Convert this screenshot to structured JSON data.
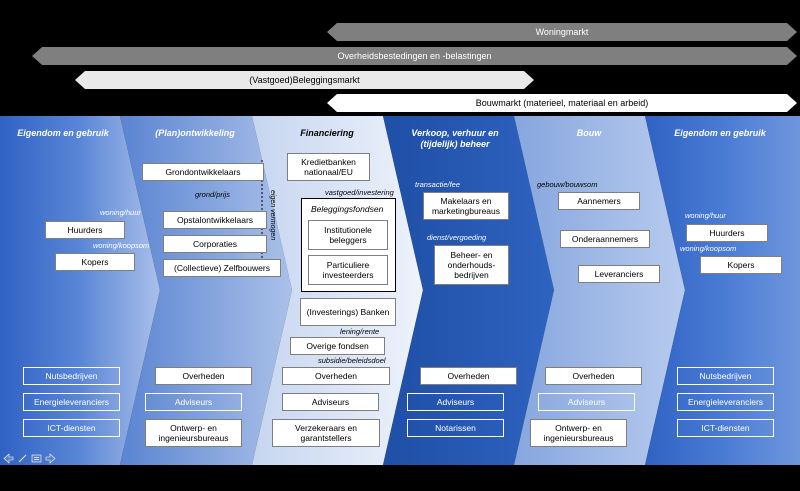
{
  "top_bars": {
    "woningmarkt": "Woningmarkt",
    "overheid": "Overheidsbestedingen en -belastingen",
    "beleggingsmarkt": "(Vastgoed)Beleggingsmarkt",
    "bouwmarkt": "Bouwmarkt (materieel, materiaal en arbeid)"
  },
  "columns": {
    "eigendom_left": {
      "title": "Eigendom en gebruik",
      "label_huur": "woning/huur",
      "huurders": "Huurders",
      "label_koop": "woning/koopsom",
      "kopers": "Kopers",
      "nuts": "Nutsbedrijven",
      "energie": "Energieleveranciers",
      "ict": "ICT-diensten"
    },
    "ontwikkeling": {
      "title": "(Plan)ontwikkeling",
      "grond": "Grondontwikkelaars",
      "label_grond": "grond/prijs",
      "opstal": "Opstalontwikkelaars",
      "corporaties": "Corporaties",
      "zelfbouwers": "(Collectieve) Zelfbouwers",
      "eigen_vermogen": "eigen vermogen",
      "overheden": "Overheden",
      "adviseurs": "Adviseurs",
      "ontwerp": "Ontwerp- en ingenieursbureaus"
    },
    "financiering": {
      "title": "Financiering",
      "kredietbanken": "Kredietbanken nationaal/EU",
      "label_vastgoed": "vastgoed/investering",
      "beleggingsfondsen": "Beleggingsfondsen",
      "institutionele": "Institutionele beleggers",
      "particuliere": "Particuliere investeerders",
      "investeringsbanken": "(Investerings) Banken",
      "label_lening": "lening/rente",
      "overige": "Overige fondsen",
      "label_subsidie": "subsidie/beleidsdoel",
      "overheden": "Overheden",
      "adviseurs": "Adviseurs",
      "verzekeraars": "Verzekeraars en garantstellers"
    },
    "verkoop": {
      "title": "Verkoop, verhuur en (tijdelijk) beheer",
      "label_transactie": "transactie/fee",
      "makelaars": "Makelaars en marketingbureaus",
      "label_dienst": "dienst/vergoeding",
      "beheer": "Beheer- en onderhouds-bedrijven",
      "overheden": "Overheden",
      "adviseurs": "Adviseurs",
      "notarissen": "Notarissen"
    },
    "bouw": {
      "title": "Bouw",
      "label_gebouw": "gebouw/bouwsom",
      "aannemers": "Aannemers",
      "onderaannemers": "Onderaannemers",
      "leveranciers": "Leveranciers",
      "overheden": "Overheden",
      "adviseurs": "Adviseurs",
      "ontwerp": "Ontwerp- en ingenieursbureaus"
    },
    "eigendom_right": {
      "title": "Eigendom en gebruik",
      "label_huur": "woning/huur",
      "huurders": "Huurders",
      "label_koop": "woning/koopsom",
      "kopers": "Kopers",
      "nuts": "Nutsbedrijven",
      "energie": "Energieleveranciers",
      "ict": "ICT-diensten"
    }
  },
  "colors": {
    "dark_blue": "#3a6fd0",
    "mid_blue": "#7fa2dd",
    "light_blue": "#d6e0f3",
    "navy": "#2252a8",
    "bar_dark": "#7f7f7f",
    "bar_light": "#e9e9e9"
  },
  "toolbar_icons": [
    "arrow-left-icon",
    "pen-icon",
    "menu-icon",
    "arrow-right-icon"
  ]
}
